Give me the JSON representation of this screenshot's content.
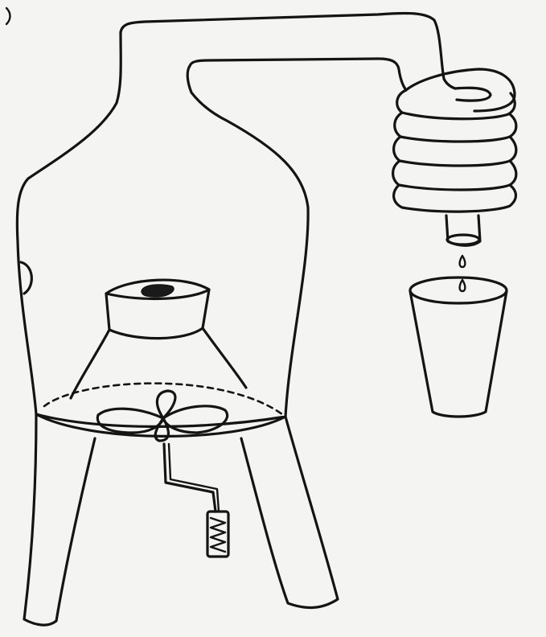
{
  "figure": {
    "kind": "hand-drawn still apparatus",
    "labels": [],
    "colors": {
      "paper": "#f4f4f2",
      "ink": "#141414"
    },
    "parts": [
      "still-body",
      "vapor-pipe",
      "condenser-coil",
      "outlet-spout",
      "droplets",
      "collection-cup",
      "inner-bowl",
      "mesh-funnel",
      "fan",
      "crank-handle",
      "legs"
    ]
  }
}
